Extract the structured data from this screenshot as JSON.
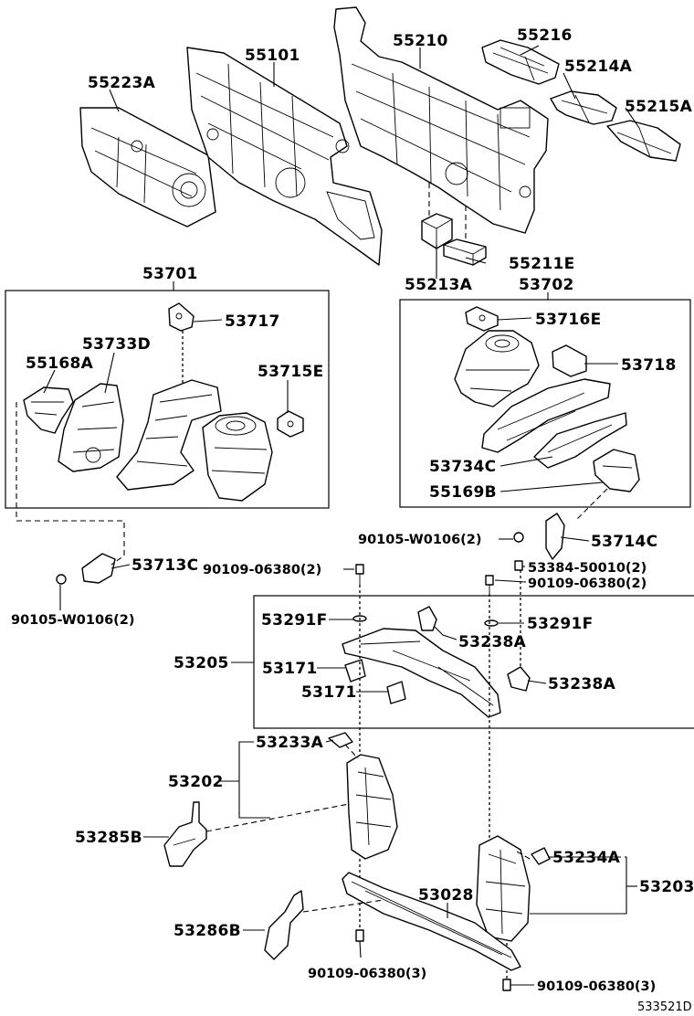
{
  "diagram_code": "533521D",
  "labels": {
    "p55223A": "55223A",
    "p55101": "55101",
    "p55210": "55210",
    "p55216": "55216",
    "p55214A": "55214A",
    "p55215A": "55215A",
    "p55211E": "55211E",
    "p55213A": "55213A",
    "p53701": "53701",
    "p53702": "53702",
    "p53717": "53717",
    "p53733D": "53733D",
    "p55168A": "55168A",
    "p53715E": "53715E",
    "p53716E": "53716E",
    "p53718": "53718",
    "p53734C": "53734C",
    "p55169B": "55169B",
    "p90105W0106_r": "90105-W0106(2)",
    "p53714C": "53714C",
    "p53713C": "53713C",
    "p90109_06380_l": "90109-06380(2)",
    "p53384": "53384-50010(2)",
    "p90109_06380_r": "90109-06380(2)",
    "p90105W0106_l": "90105-W0106(2)",
    "p53291F_l": "53291F",
    "p53238A_t": "53238A",
    "p53291F_r": "53291F",
    "p53205": "53205",
    "p53171_a": "53171",
    "p53171_b": "53171",
    "p53238A_b": "53238A",
    "p53233A": "53233A",
    "p53202": "53202",
    "p53285B": "53285B",
    "p53234A": "53234A",
    "p53203": "53203",
    "p53028": "53028",
    "p53286B": "53286B",
    "p90109_06380_b1": "90109-06380(3)",
    "p90109_06380_b2": "90109-06380(3)"
  }
}
